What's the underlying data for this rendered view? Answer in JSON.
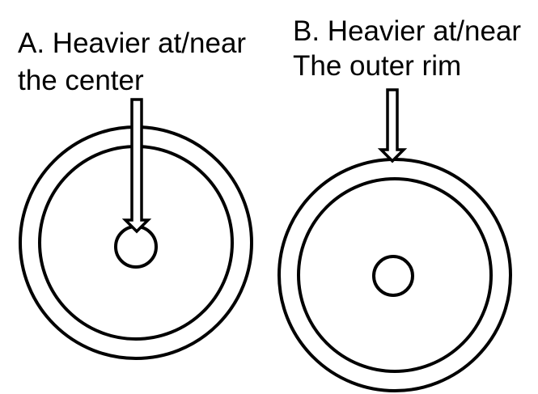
{
  "diagram_a": {
    "label_line1": "A. Heavier at/near",
    "label_line2": "the center",
    "arrow_target": "center"
  },
  "diagram_b": {
    "label_line1": "B. Heavier at/near",
    "label_line2": "The outer rim",
    "arrow_target": "outer rim"
  },
  "colors": {
    "background": "#ffffff",
    "stroke": "#000000"
  }
}
